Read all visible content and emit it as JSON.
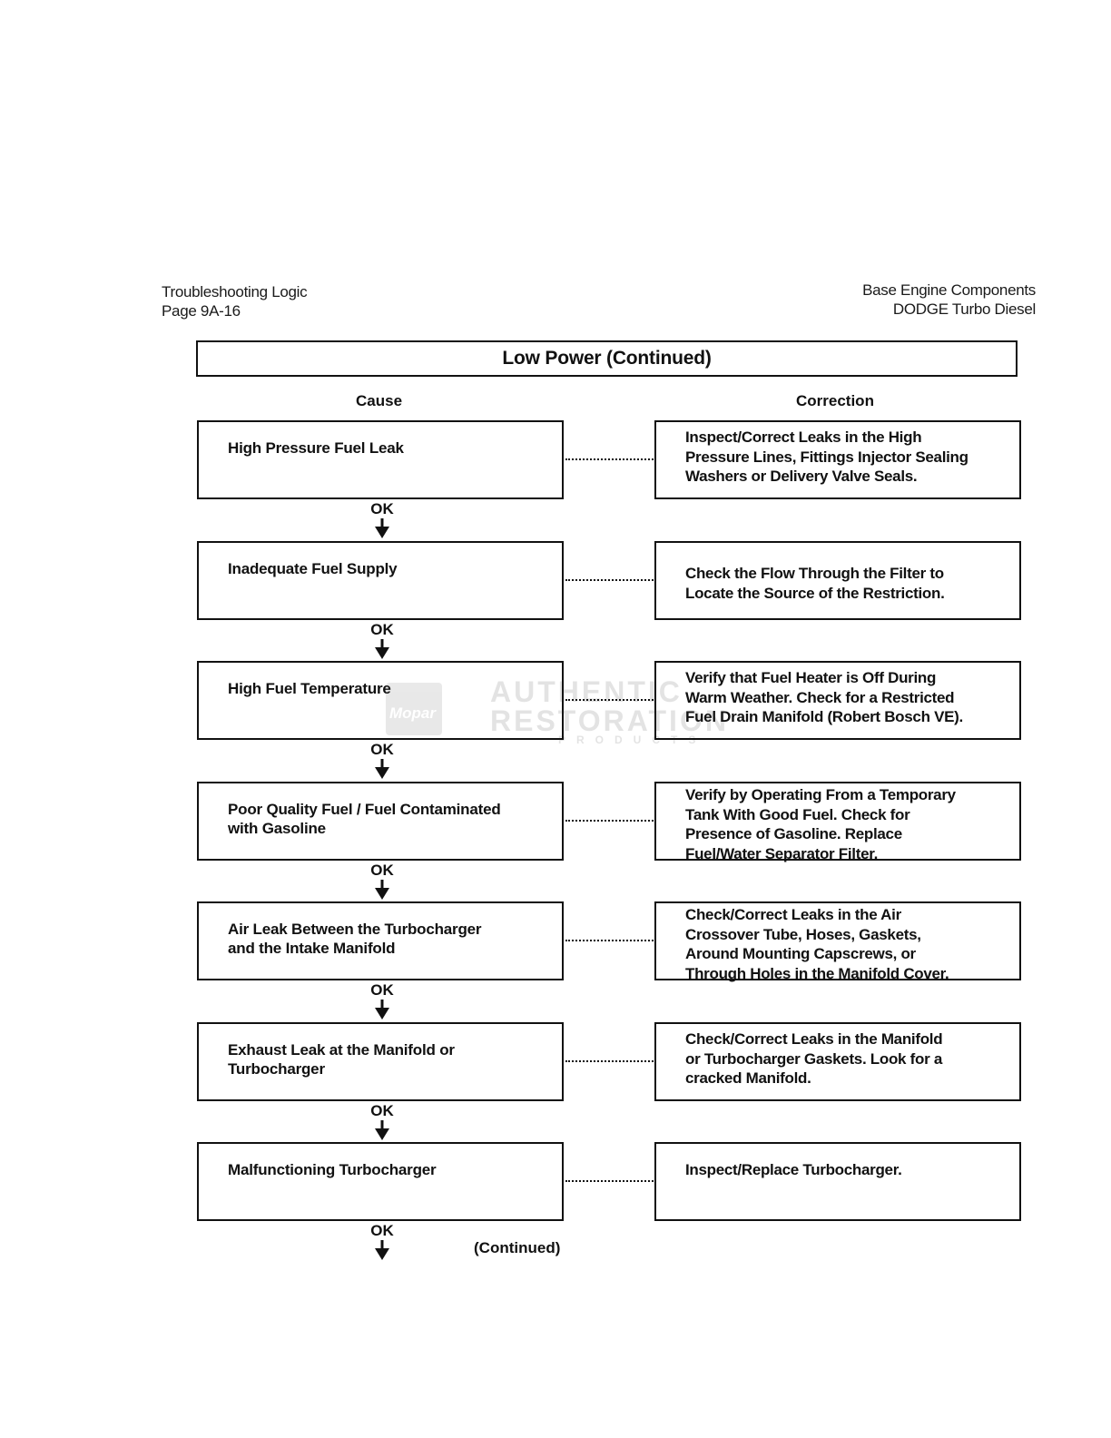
{
  "header": {
    "left_line1": "Troubleshooting Logic",
    "left_line2": "Page 9A-16",
    "right_line1": "Base Engine Components",
    "right_line2": "DODGE Turbo Diesel"
  },
  "title": "Low Power (Continued)",
  "columns": {
    "cause": "Cause",
    "correction": "Correction"
  },
  "rows": [
    {
      "cause": [
        "High Pressure Fuel Leak"
      ],
      "correction": [
        "Inspect/Correct Leaks in the High",
        "Pressure Lines, Fittings Injector Sealing",
        "Washers or Delivery Valve Seals."
      ],
      "ok": "OK"
    },
    {
      "cause": [
        "Inadequate Fuel Supply"
      ],
      "correction": [
        "Check the Flow Through the Filter to",
        "Locate the Source of the Restriction."
      ],
      "ok": "OK"
    },
    {
      "cause": [
        "High Fuel Temperature"
      ],
      "correction": [
        "Verify that Fuel Heater is Off During",
        "Warm Weather. Check for a Restricted",
        "Fuel Drain Manifold (Robert Bosch VE)."
      ],
      "ok": "OK"
    },
    {
      "cause": [
        "Poor Quality Fuel / Fuel Contaminated",
        "with Gasoline"
      ],
      "correction": [
        "Verify by Operating From a Temporary",
        "Tank With Good Fuel. Check for",
        "Presence of Gasoline. Replace",
        "Fuel/Water Separator Filter."
      ],
      "ok": "OK"
    },
    {
      "cause": [
        "Air Leak Between the Turbocharger",
        "and the Intake Manifold"
      ],
      "correction": [
        "Check/Correct Leaks in the Air",
        "Crossover Tube, Hoses, Gaskets,",
        "Around Mounting Capscrews, or",
        "Through Holes in the Manifold Cover."
      ],
      "ok": "OK"
    },
    {
      "cause": [
        "Exhaust Leak at the Manifold or",
        "Turbocharger"
      ],
      "correction": [
        "Check/Correct Leaks in the Manifold",
        "or Turbocharger Gaskets. Look for a",
        "cracked Manifold."
      ],
      "ok": "OK"
    },
    {
      "cause": [
        "Malfunctioning Turbocharger"
      ],
      "correction": [
        "Inspect/Replace Turbocharger."
      ],
      "ok": "OK"
    }
  ],
  "continued": "(Continued)",
  "watermark": {
    "logo": "Mopar",
    "line1": "AUTHENTIC",
    "line2": "RESTORATION",
    "line3": "PRODUCTS"
  }
}
